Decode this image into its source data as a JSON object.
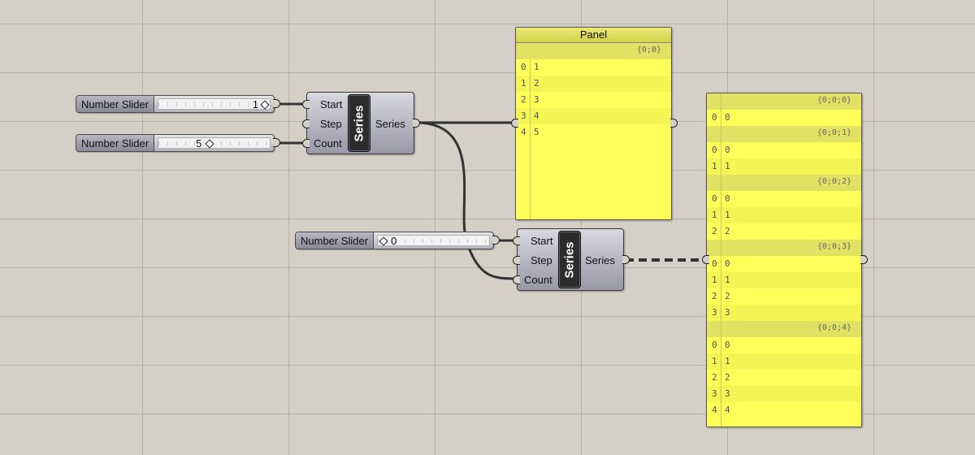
{
  "sliders": [
    {
      "name": "Number Slider",
      "value": "1"
    },
    {
      "name": "Number Slider",
      "value": "5"
    },
    {
      "name": "Number Slider",
      "value": "0"
    }
  ],
  "series_components": [
    {
      "title": "Series",
      "inputs": [
        "Start",
        "Step",
        "Count"
      ],
      "output": "Series"
    },
    {
      "title": "Series",
      "inputs": [
        "Start",
        "Step",
        "Count"
      ],
      "output": "Series"
    }
  ],
  "panel_top": {
    "title": "Panel",
    "branches": [
      {
        "path": "{0;0}",
        "items": [
          [
            "0",
            "1"
          ],
          [
            "1",
            "2"
          ],
          [
            "2",
            "3"
          ],
          [
            "3",
            "4"
          ],
          [
            "4",
            "5"
          ]
        ]
      }
    ]
  },
  "panel_tree": {
    "branches": [
      {
        "path": "{0;0;0}",
        "items": [
          [
            "0",
            "0"
          ]
        ]
      },
      {
        "path": "{0;0;1}",
        "items": [
          [
            "0",
            "0"
          ],
          [
            "1",
            "1"
          ]
        ]
      },
      {
        "path": "{0;0;2}",
        "items": [
          [
            "0",
            "0"
          ],
          [
            "1",
            "1"
          ],
          [
            "2",
            "2"
          ]
        ]
      },
      {
        "path": "{0;0;3}",
        "items": [
          [
            "0",
            "0"
          ],
          [
            "1",
            "1"
          ],
          [
            "2",
            "2"
          ],
          [
            "3",
            "3"
          ]
        ]
      },
      {
        "path": "{0;0;4}",
        "items": [
          [
            "0",
            "0"
          ],
          [
            "1",
            "1"
          ],
          [
            "2",
            "2"
          ],
          [
            "3",
            "3"
          ],
          [
            "4",
            "4"
          ]
        ]
      }
    ]
  }
}
